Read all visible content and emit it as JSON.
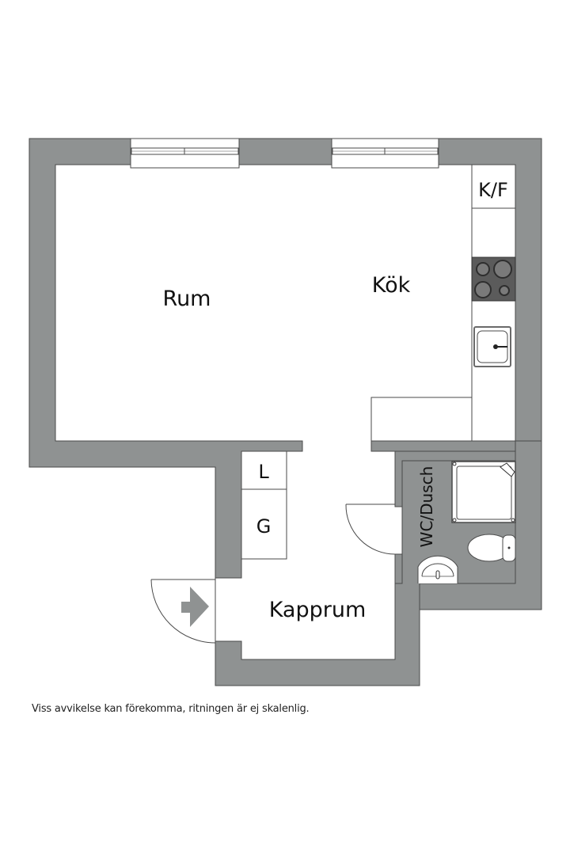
{
  "floorplan": {
    "colors": {
      "wall": "#8f9292",
      "wall_stroke": "#4a4a4a",
      "floor": "#ffffff",
      "stove": "#5b5b5b",
      "arrow": "#8f9292"
    },
    "rooms": [
      {
        "id": "rum",
        "label": "Rum"
      },
      {
        "id": "kok",
        "label": "Kök"
      },
      {
        "id": "kapprum",
        "label": "Kapprum"
      },
      {
        "id": "wc",
        "label": "WC/Dusch"
      }
    ],
    "fixtures": {
      "fridge_freezer": "K/F",
      "linen_closet": "L",
      "wardrobe": "G"
    },
    "icons": [
      "entrance-arrow-icon",
      "stove-icon",
      "sink-icon",
      "shower-icon",
      "toilet-icon",
      "washbasin-icon",
      "window-icon"
    ]
  },
  "disclaimer": "Viss avvikelse kan förekomma, ritningen är ej skalenlig."
}
